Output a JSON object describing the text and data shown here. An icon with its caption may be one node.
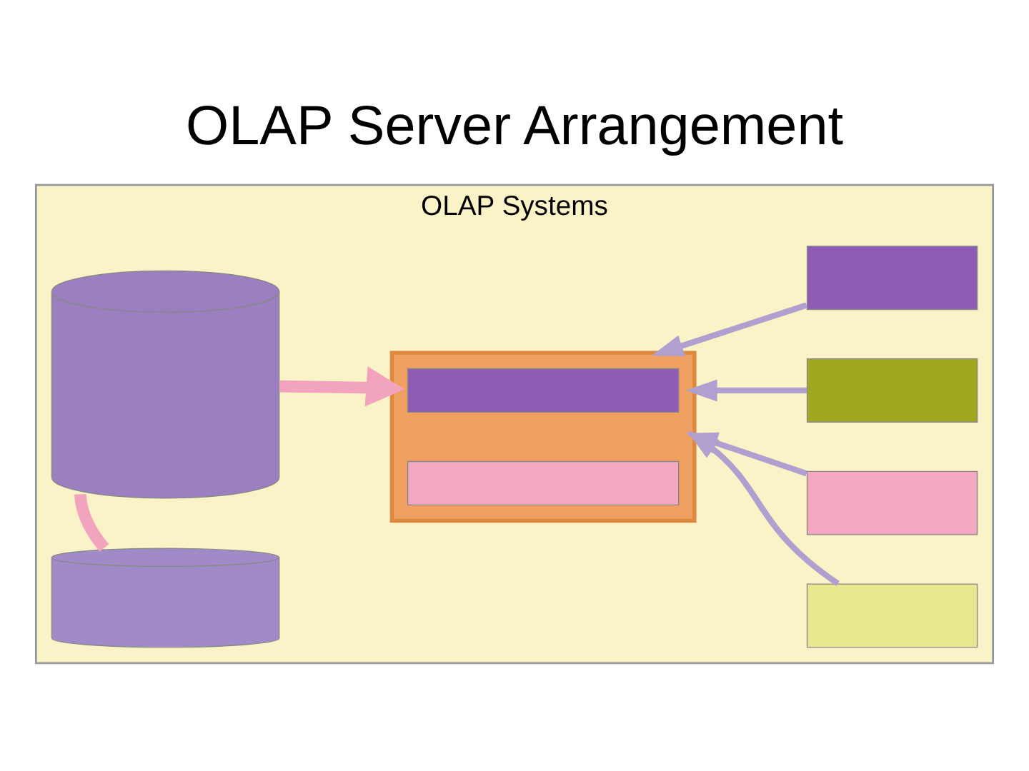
{
  "diagram": {
    "title": "OLAP Server Arrangement",
    "nodes": [
      {
        "text": [
          "OLAP Systems"
        ]
      },
      {
        "text": [],
        "shape": "cylinder",
        "in": 0
      },
      {
        "text": [],
        "shape": "cylinder",
        "in": 0
      },
      {
        "text": [],
        "shape": "box",
        "in": 0
      },
      {
        "text": [],
        "shape": "bar",
        "in": 3
      },
      {
        "text": [],
        "shape": "bar",
        "in": 3
      },
      {
        "text": [],
        "shape": "box",
        "in": 0
      },
      {
        "text": [],
        "shape": "box",
        "in": 0
      },
      {
        "text": [],
        "shape": "box",
        "in": 0
      },
      {
        "text": [],
        "shape": "box",
        "in": 0
      }
    ],
    "edges": [
      {
        "from": 1,
        "to": 2,
        "arrow": "none",
        "style": "thick",
        "color": "#f2a3bd"
      },
      {
        "from": 1,
        "to": 3,
        "arrow": "to",
        "style": "thick",
        "color": "#f2a3bd"
      },
      {
        "from": 6,
        "to": 3,
        "arrow": "to"
      },
      {
        "from": 7,
        "to": 3,
        "arrow": "to"
      },
      {
        "from": 8,
        "to": 3,
        "arrow": "to"
      },
      {
        "from": 9,
        "to": 3,
        "arrow": "to"
      }
    ]
  }
}
